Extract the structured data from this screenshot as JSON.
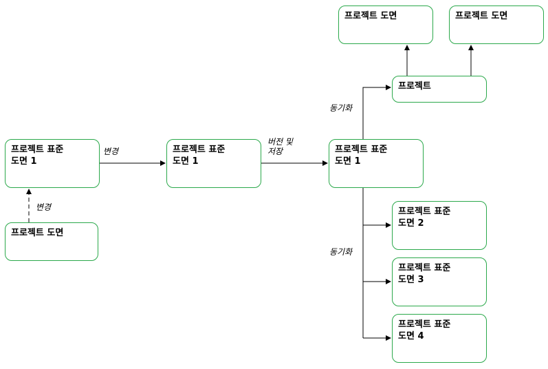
{
  "nodes": {
    "std_start": "프로젝트 표준\n도면 1",
    "proj_drawing_bottom": "프로젝트 도면",
    "std_middle": "프로젝트 표준\n도면 1",
    "std_main": "프로젝트 표준\n도면 1",
    "project": "프로젝트",
    "proj_drawing_top_left": "프로젝트 도면",
    "proj_drawing_top_right": "프로젝트 도면",
    "std_2": "프로젝트 표준\n도면 2",
    "std_3": "프로젝트 표준\n도면 3",
    "std_4": "프로젝트 표준\n도면 4"
  },
  "edge_labels": {
    "change_horizontal": "변경",
    "change_vertical": "변경",
    "version_save": "버전 및\n저장",
    "sync_top": "동기화",
    "sync_bottom": "동기화"
  },
  "colors": {
    "node_border": "#2aa84a",
    "line": "#000000"
  }
}
